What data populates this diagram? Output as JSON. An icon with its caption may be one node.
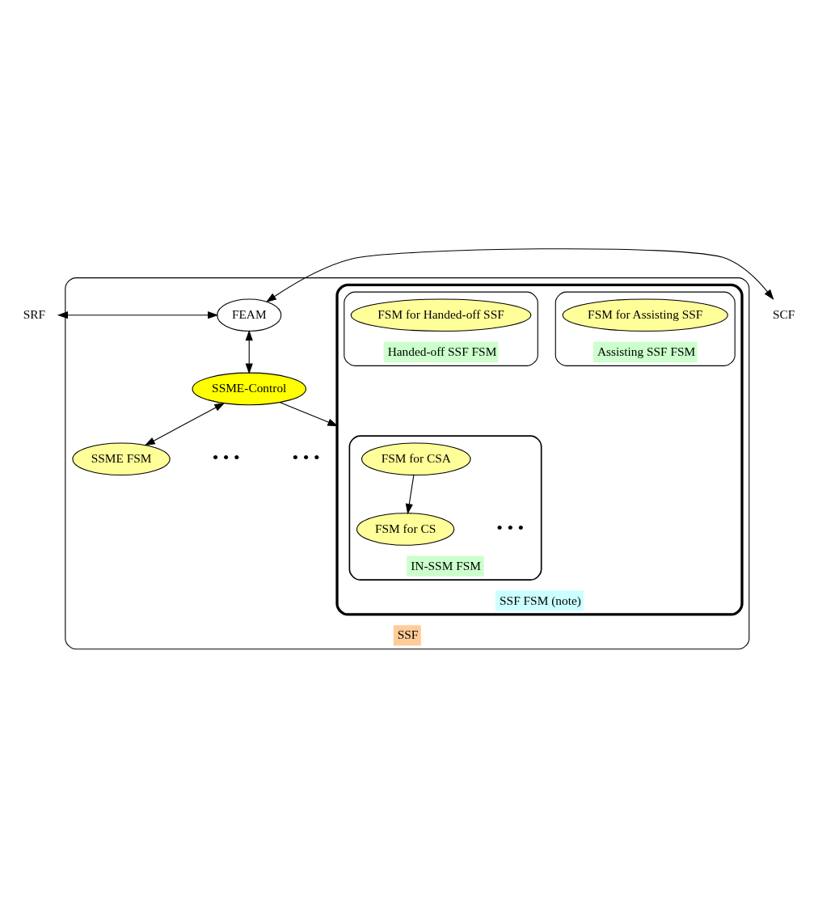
{
  "diagram": {
    "nodes": [
      {
        "text": [
          "SSF"
        ]
      },
      {
        "text": [
          "SRF"
        ]
      },
      {
        "text": [
          "FEAM"
        ],
        "in": 0
      },
      {
        "text": [
          "SCF"
        ]
      },
      {
        "text": [
          "SSME-Control"
        ],
        "in": 0
      },
      {
        "text": [
          "SSF FSM (note)"
        ],
        "in": 0
      },
      {
        "text": [
          "IN-SSM FSM"
        ],
        "in": 5
      },
      {
        "text": [
          "FSM for CSA"
        ],
        "in": 6
      },
      {
        "text": [
          "FSM for CS"
        ],
        "in": 6
      },
      {
        "text": [
          "Assisting SSF FSM"
        ],
        "in": 5
      },
      {
        "text": [
          "FSM for Assisting SSF"
        ],
        "in": 9
      },
      {
        "text": [
          "Handed-off SSF FSM"
        ],
        "in": 5
      },
      {
        "text": [
          "FSM for Handed-off SSF"
        ],
        "in": 11
      },
      {
        "text": [
          "SSME FSM"
        ],
        "in": 0
      }
    ],
    "edges": [
      {
        "from": 1,
        "to": 2,
        "arrow": "both"
      },
      {
        "from": 2,
        "to": 3,
        "arrow": "both"
      },
      {
        "from": 2,
        "to": 4,
        "arrow": "both"
      },
      {
        "from": 4,
        "to": 5,
        "arrow": "to"
      },
      {
        "from": 4,
        "to": 13,
        "arrow": "both"
      },
      {
        "from": 7,
        "to": 8,
        "arrow": "to"
      }
    ],
    "labels": [
      "• • •",
      "• • •",
      "• • •"
    ]
  }
}
